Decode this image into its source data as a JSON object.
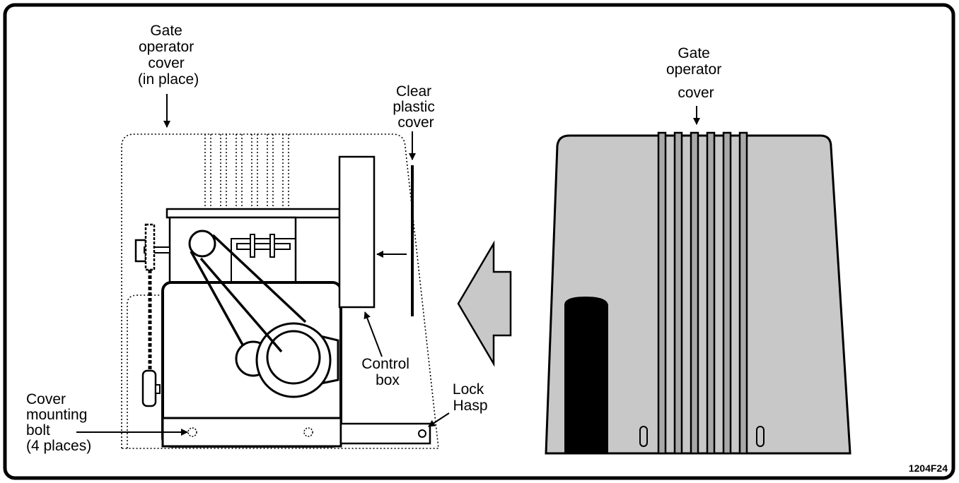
{
  "labels": {
    "cover_in_place": [
      "Gate",
      "operator",
      "cover",
      "(in place)"
    ],
    "clear_plastic": [
      "Clear",
      "plastic",
      "cover"
    ],
    "control_box": [
      "Control",
      "box"
    ],
    "lock_hasp": [
      "Lock",
      "Hasp"
    ],
    "mounting_bolt": [
      "Cover",
      "mounting",
      "bolt",
      "(4 places)"
    ],
    "cover_right": [
      "Gate",
      "operator",
      "cover"
    ]
  },
  "figure_code": "1204F24",
  "colors": {
    "cover_fill": "#c8c8c8",
    "rib_fill": "#a8a8a8",
    "ink": "#000000"
  }
}
